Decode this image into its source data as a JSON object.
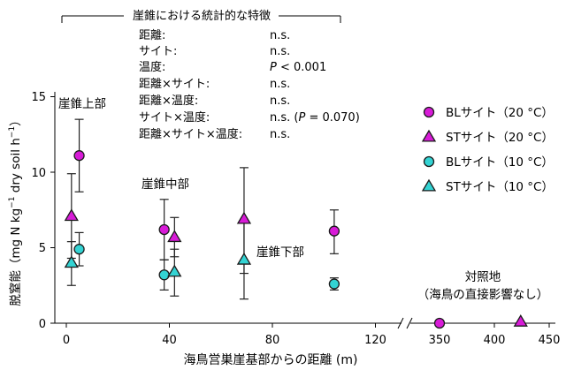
{
  "chart_data": {
    "type": "scatter",
    "ylabel": {
      "base": "脱窒能（mg N kg",
      "exp1": "−1",
      "mid": " dry soil h",
      "exp2": "−1",
      "end": "）"
    },
    "xlabel": "海鳥営巣崖基部からの距離 (m)",
    "ylim": [
      0,
      15
    ],
    "y_ticks": [
      "0",
      "5",
      "10",
      "15"
    ],
    "x_ticks_left": [
      "0",
      "40",
      "80",
      "120"
    ],
    "x_ticks_right": [
      "350",
      "400",
      "450"
    ],
    "axis_break": true,
    "colors": {
      "magenta": "#d81bd8",
      "cyan": "#33d3d3"
    },
    "legend": [
      {
        "label": "BLサイト（20 °C）",
        "marker": "circle",
        "color": "#d81bd8"
      },
      {
        "label": "STサイト（20 °C）",
        "marker": "triangle",
        "color": "#d81bd8"
      },
      {
        "label": "BLサイト（10 °C）",
        "marker": "circle",
        "color": "#33d3d3"
      },
      {
        "label": "STサイト（10 °C）",
        "marker": "triangle",
        "color": "#33d3d3"
      }
    ],
    "series": [
      {
        "name": "BLサイト（20 °C）",
        "marker": "circle",
        "color": "#d81bd8",
        "points": [
          {
            "x": 5,
            "y": 11.1,
            "err": [
              8.7,
              13.5
            ]
          },
          {
            "x": 38,
            "y": 6.2,
            "err": [
              4.2,
              8.2
            ]
          },
          {
            "x": 104,
            "y": 6.1,
            "err": [
              4.6,
              7.5
            ]
          },
          {
            "x": 350,
            "y": 0.0,
            "err": null
          }
        ]
      },
      {
        "name": "STサイト（20 °C）",
        "marker": "triangle",
        "color": "#d81bd8",
        "points": [
          {
            "x": 2,
            "y": 7.1,
            "err": [
              4.3,
              9.9
            ]
          },
          {
            "x": 42,
            "y": 5.7,
            "err": [
              4.4,
              7.0
            ]
          },
          {
            "x": 69,
            "y": 6.9,
            "err": [
              3.3,
              10.3
            ]
          },
          {
            "x": 424,
            "y": 0.1,
            "err": null
          }
        ]
      },
      {
        "name": "BLサイト（10 °C）",
        "marker": "circle",
        "color": "#33d3d3",
        "points": [
          {
            "x": 5,
            "y": 4.9,
            "err": [
              3.8,
              6.0
            ]
          },
          {
            "x": 38,
            "y": 3.2,
            "err": [
              2.2,
              4.2
            ]
          },
          {
            "x": 104,
            "y": 2.6,
            "err": [
              2.2,
              3.0
            ]
          }
        ]
      },
      {
        "name": "STサイト（10 °C）",
        "marker": "triangle",
        "color": "#33d3d3",
        "points": [
          {
            "x": 2,
            "y": 4.0,
            "err": [
              2.5,
              5.4
            ]
          },
          {
            "x": 42,
            "y": 3.4,
            "err": [
              1.8,
              4.9
            ]
          },
          {
            "x": 69,
            "y": 4.2,
            "err": [
              1.6,
              6.8
            ]
          }
        ]
      }
    ],
    "annotations": {
      "upper": "崖錐上部",
      "middle": "崖錐中部",
      "lower": "崖錐下部",
      "control_line1": "対照地",
      "control_line2": "（海鳥の直接影響なし）"
    },
    "stats": {
      "header": "崖錐における統計的な特徴",
      "rows": [
        {
          "factor": "距離:",
          "result": "n.s."
        },
        {
          "factor": "サイト:",
          "result": "n.s."
        },
        {
          "factor": "温度:",
          "result": "P < 0.001"
        },
        {
          "factor": "距離×サイト:",
          "result": "n.s."
        },
        {
          "factor": "距離×温度:",
          "result": "n.s."
        },
        {
          "factor": "サイト×温度:",
          "result": "n.s. (P = 0.070)"
        },
        {
          "factor": "距離×サイト×温度:",
          "result": "n.s."
        }
      ]
    }
  }
}
